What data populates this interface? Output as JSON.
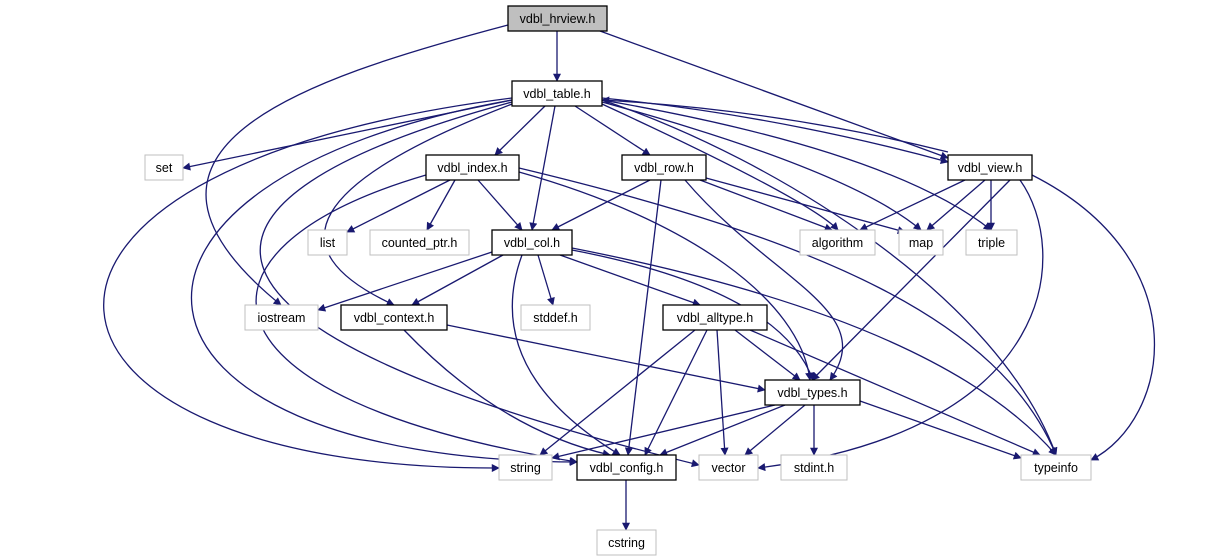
{
  "graph": {
    "colors": {
      "edge": "#191970",
      "root_fill": "#bfbfbf",
      "node_fill": "#ffffff",
      "project_border": "#000000",
      "system_border": "#bfbfbf",
      "text": "#000000"
    },
    "nodes": [
      {
        "id": "hrview",
        "label": "vdbl_hrview.h",
        "kind": "root"
      },
      {
        "id": "table",
        "label": "vdbl_table.h",
        "kind": "project"
      },
      {
        "id": "set",
        "label": "set",
        "kind": "system"
      },
      {
        "id": "index",
        "label": "vdbl_index.h",
        "kind": "project"
      },
      {
        "id": "row",
        "label": "vdbl_row.h",
        "kind": "project"
      },
      {
        "id": "view",
        "label": "vdbl_view.h",
        "kind": "project"
      },
      {
        "id": "list",
        "label": "list",
        "kind": "system"
      },
      {
        "id": "counted",
        "label": "counted_ptr.h",
        "kind": "system"
      },
      {
        "id": "col",
        "label": "vdbl_col.h",
        "kind": "project"
      },
      {
        "id": "algorithm",
        "label": "algorithm",
        "kind": "system"
      },
      {
        "id": "map",
        "label": "map",
        "kind": "system"
      },
      {
        "id": "triple",
        "label": "triple",
        "kind": "system"
      },
      {
        "id": "iostream",
        "label": "iostream",
        "kind": "system"
      },
      {
        "id": "context",
        "label": "vdbl_context.h",
        "kind": "project"
      },
      {
        "id": "stddef",
        "label": "stddef.h",
        "kind": "system"
      },
      {
        "id": "alltype",
        "label": "vdbl_alltype.h",
        "kind": "project"
      },
      {
        "id": "types",
        "label": "vdbl_types.h",
        "kind": "project"
      },
      {
        "id": "string",
        "label": "string",
        "kind": "system"
      },
      {
        "id": "config",
        "label": "vdbl_config.h",
        "kind": "project"
      },
      {
        "id": "vector",
        "label": "vector",
        "kind": "system"
      },
      {
        "id": "stdint",
        "label": "stdint.h",
        "kind": "system"
      },
      {
        "id": "typeinfo",
        "label": "typeinfo",
        "kind": "system"
      },
      {
        "id": "cstring",
        "label": "cstring",
        "kind": "system"
      }
    ],
    "edges": [
      {
        "from": "hrview",
        "to": "table"
      },
      {
        "from": "hrview",
        "to": "view"
      },
      {
        "from": "hrview",
        "to": "iostream"
      },
      {
        "from": "table",
        "to": "set"
      },
      {
        "from": "table",
        "to": "index"
      },
      {
        "from": "table",
        "to": "row"
      },
      {
        "from": "table",
        "to": "view"
      },
      {
        "from": "table",
        "to": "col"
      },
      {
        "from": "table",
        "to": "algorithm"
      },
      {
        "from": "table",
        "to": "map"
      },
      {
        "from": "table",
        "to": "triple"
      },
      {
        "from": "table",
        "to": "context"
      },
      {
        "from": "table",
        "to": "string"
      },
      {
        "from": "table",
        "to": "vector"
      },
      {
        "from": "table",
        "to": "config"
      },
      {
        "from": "table",
        "to": "typeinfo"
      },
      {
        "from": "view",
        "to": "table"
      },
      {
        "from": "view",
        "to": "algorithm"
      },
      {
        "from": "view",
        "to": "map"
      },
      {
        "from": "view",
        "to": "triple"
      },
      {
        "from": "view",
        "to": "types"
      },
      {
        "from": "view",
        "to": "vector"
      },
      {
        "from": "view",
        "to": "typeinfo"
      },
      {
        "from": "index",
        "to": "list"
      },
      {
        "from": "index",
        "to": "counted"
      },
      {
        "from": "index",
        "to": "col"
      },
      {
        "from": "index",
        "to": "types"
      },
      {
        "from": "index",
        "to": "typeinfo"
      },
      {
        "from": "index",
        "to": "config"
      },
      {
        "from": "row",
        "to": "col"
      },
      {
        "from": "row",
        "to": "algorithm"
      },
      {
        "from": "row",
        "to": "map"
      },
      {
        "from": "row",
        "to": "types"
      },
      {
        "from": "row",
        "to": "config"
      },
      {
        "from": "col",
        "to": "iostream"
      },
      {
        "from": "col",
        "to": "context"
      },
      {
        "from": "col",
        "to": "stddef"
      },
      {
        "from": "col",
        "to": "alltype"
      },
      {
        "from": "col",
        "to": "types"
      },
      {
        "from": "col",
        "to": "config"
      },
      {
        "from": "col",
        "to": "typeinfo"
      },
      {
        "from": "context",
        "to": "types"
      },
      {
        "from": "context",
        "to": "config"
      },
      {
        "from": "alltype",
        "to": "types"
      },
      {
        "from": "alltype",
        "to": "string"
      },
      {
        "from": "alltype",
        "to": "config"
      },
      {
        "from": "alltype",
        "to": "vector"
      },
      {
        "from": "alltype",
        "to": "typeinfo"
      },
      {
        "from": "types",
        "to": "string"
      },
      {
        "from": "types",
        "to": "config"
      },
      {
        "from": "types",
        "to": "vector"
      },
      {
        "from": "types",
        "to": "stdint"
      },
      {
        "from": "types",
        "to": "typeinfo"
      },
      {
        "from": "config",
        "to": "cstring"
      }
    ]
  }
}
